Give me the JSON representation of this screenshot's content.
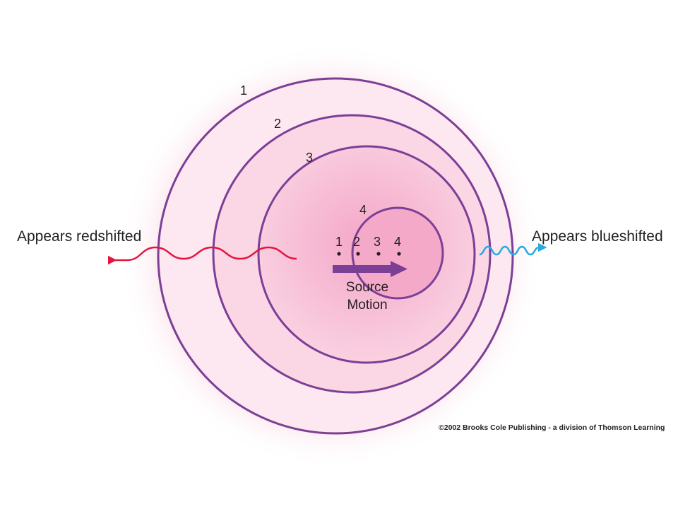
{
  "labels": {
    "left": "Appears redshifted",
    "right": "Appears blueshifted",
    "motion_line1": "Source",
    "motion_line2": "Motion",
    "copyright": "©2002 Brooks Cole Publishing - a division of Thomson Learning"
  },
  "wavefronts": [
    "1",
    "2",
    "3",
    "4"
  ],
  "positions": [
    "1",
    "2",
    "3",
    "4"
  ],
  "colors": {
    "wavefront_stroke": "#7b3f96",
    "fill_inner": "#f4a6c8",
    "fill_outer": "#fde9f1",
    "redshift_wave": "#e3163f",
    "blueshift_wave": "#27a9e1",
    "motion_arrow": "#7b3f96",
    "text": "#231f20"
  }
}
